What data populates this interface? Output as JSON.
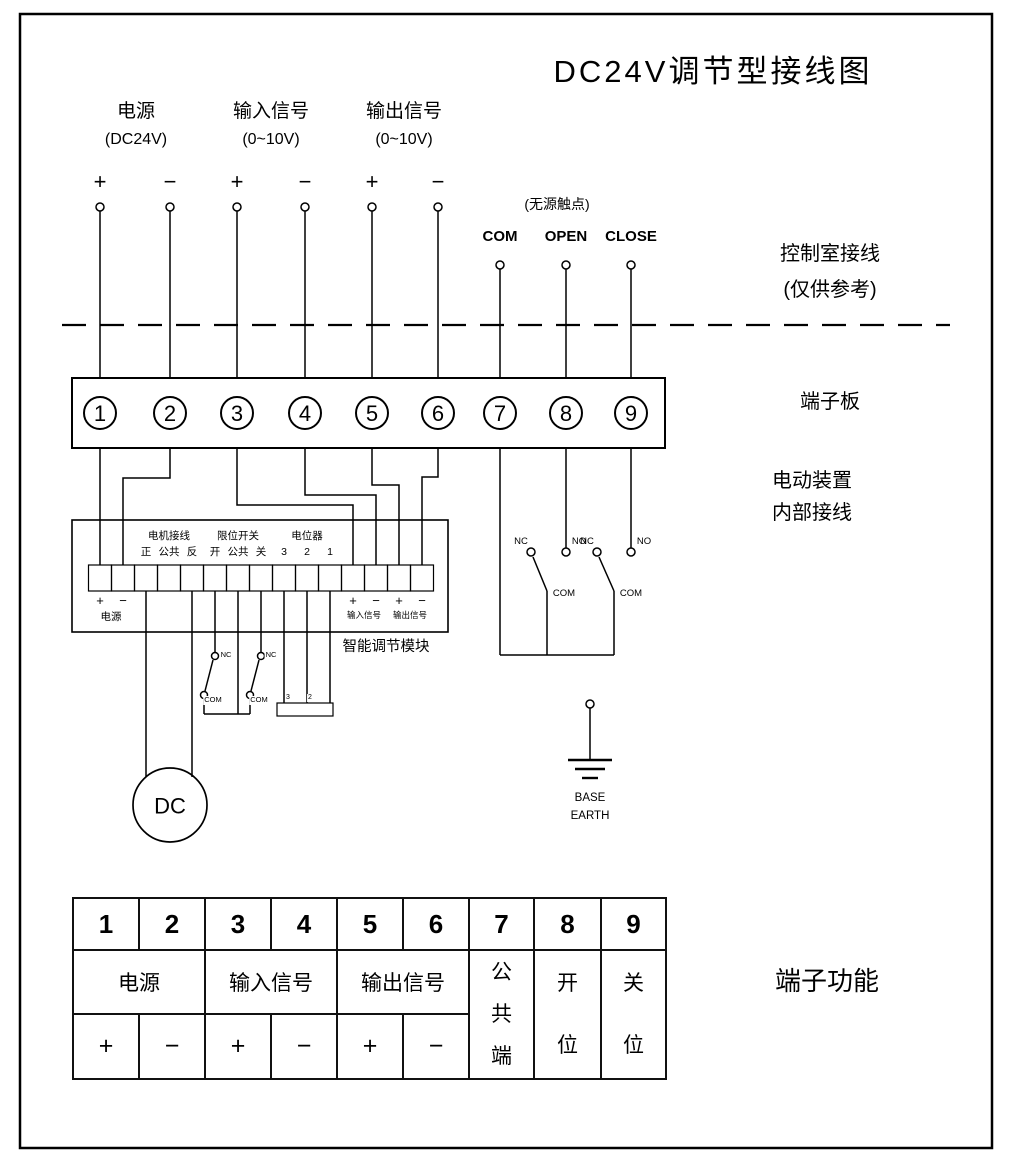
{
  "title": "DC24V调节型接线图",
  "top": {
    "groups": [
      {
        "label": "电源",
        "sub": "(DC24V)"
      },
      {
        "label": "输入信号",
        "sub": "(0~10V)"
      },
      {
        "label": "输出信号",
        "sub": "(0~10V)"
      }
    ],
    "signs": [
      "+",
      "−",
      "+",
      "−",
      "+",
      "−"
    ],
    "passive": "(无源触点)",
    "contacts": [
      "COM",
      "OPEN",
      "CLOSE"
    ]
  },
  "notes": {
    "control_room_line1": "控制室接线",
    "control_room_line2": "(仅供参考)",
    "terminal_board": "端子板",
    "device_line1": "电动装置",
    "device_line2": "内部接线",
    "terminal_function": "端子功能"
  },
  "board": {
    "numbers": [
      "1",
      "2",
      "3",
      "4",
      "5",
      "6",
      "7",
      "8",
      "9"
    ]
  },
  "module": {
    "name": "智能调节模块",
    "section_titles": [
      "电机接线",
      "限位开关",
      "电位器"
    ],
    "pins": [
      "正",
      "公共",
      "反",
      "开",
      "公共",
      "关",
      "3",
      "2",
      "1"
    ],
    "power_signs": [
      "+",
      "−"
    ],
    "power_label": "电源",
    "signal_signs": [
      "+",
      "−",
      "+",
      "−"
    ],
    "signal_labels": [
      "输入信号",
      "输出信号"
    ]
  },
  "limit": {
    "nc": "NC",
    "com": "COM",
    "pot": [
      "3",
      "2"
    ]
  },
  "switches": {
    "nc": "NC",
    "no": "NO",
    "com": "COM"
  },
  "motor": "DC",
  "ground": [
    "BASE",
    "EARTH"
  ],
  "table": {
    "numbers": [
      "1",
      "2",
      "3",
      "4",
      "5",
      "6",
      "7",
      "8",
      "9"
    ],
    "groups": [
      "电源",
      "输入信号",
      "输出信号"
    ],
    "signs": [
      "+",
      "−",
      "+",
      "−",
      "+",
      "−"
    ],
    "vertical": [
      "公\n共\n端",
      "开\n位",
      "关\n位"
    ]
  }
}
